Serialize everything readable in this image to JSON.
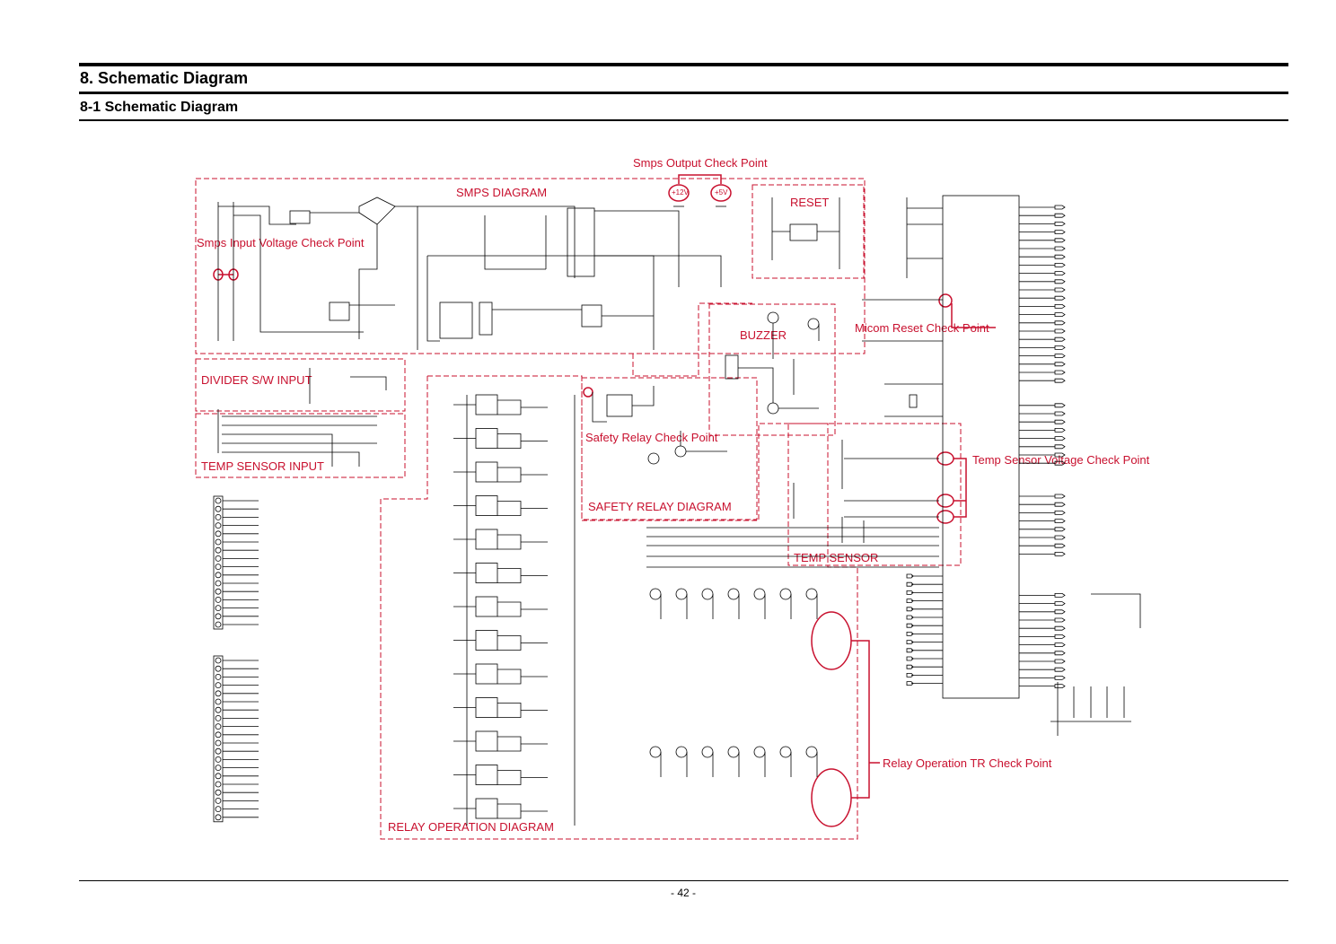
{
  "header": {
    "title": "8. Schematic Diagram",
    "subtitle": "8-1 Schematic Diagram"
  },
  "footer": {
    "page_number": "- 42 -"
  },
  "blocks": {
    "smps": "SMPS DIAGRAM",
    "reset": "RESET",
    "buzzer": "BUZZER",
    "divider": "DIVIDER S/W INPUT",
    "temp_input": "TEMP SENSOR INPUT",
    "safety_relay": "SAFETY RELAY DIAGRAM",
    "temp_sensor": "TEMP SENSOR",
    "relay_operation": "RELAY OPERATION DIAGRAM"
  },
  "check_points": {
    "smps_output": "Smps Output Check Point",
    "smps_input": "Smps Input Voltage Check Point",
    "micom_reset": "Micom Reset Check Point",
    "safety_relay": "Safety Relay Check Point",
    "temp_sensor_voltage": "Temp Sensor Voltage Check Point",
    "relay_operation_tr": "Relay Operation TR Check Point"
  },
  "rail_labels": {
    "plus12": "+12V",
    "plus5": "+5V"
  },
  "colors": {
    "annotation": "#c8102e",
    "ink": "#000000"
  }
}
